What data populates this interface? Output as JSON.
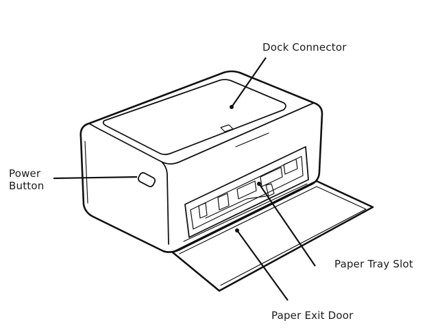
{
  "labels": {
    "dock_connector": "Dock Connector",
    "power_button": [
      "Power",
      "Button"
    ],
    "paper_tray_slot": "Paper Tray Slot",
    "paper_exit_door": "Paper Exit Door"
  },
  "colors": {
    "ink": "#111111",
    "paper": "#ffffff"
  }
}
